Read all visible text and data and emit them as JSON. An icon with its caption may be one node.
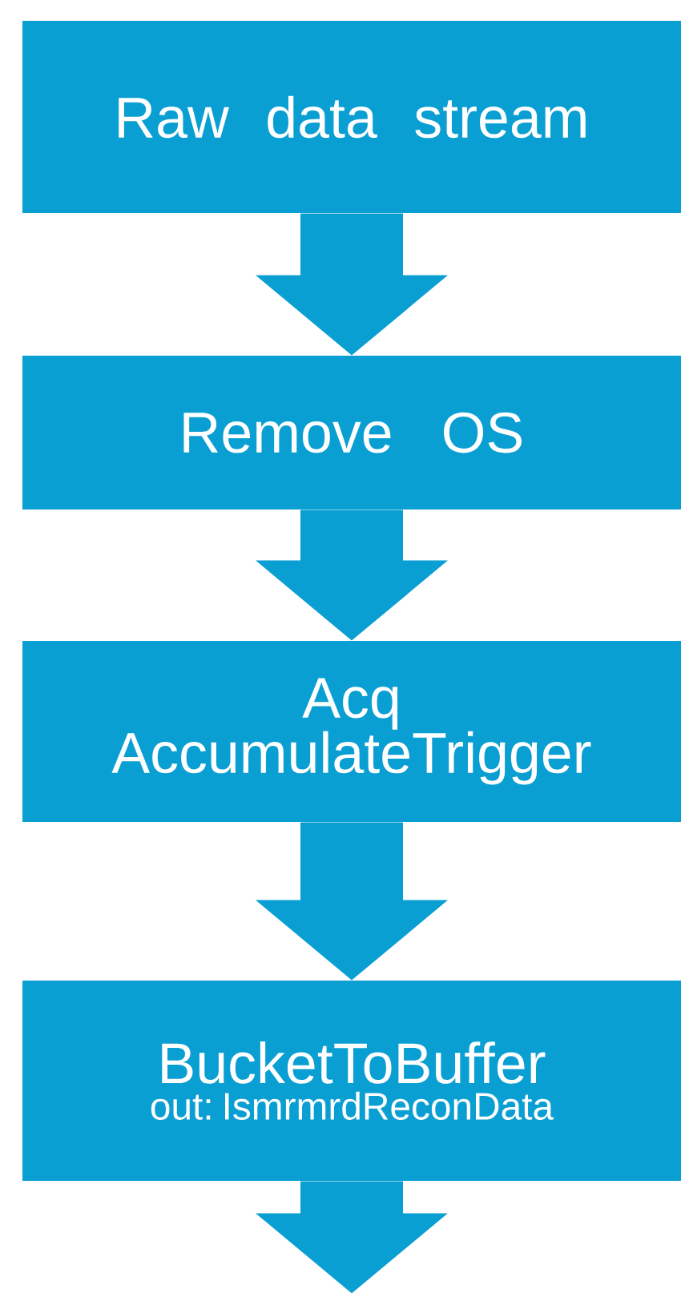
{
  "diagram": {
    "nodes": [
      {
        "text": [
          "Raw data stream"
        ]
      },
      {
        "text": [
          "Remove OS"
        ]
      },
      {
        "text": [
          "Acq AccumulateTrigger"
        ]
      },
      {
        "text": [
          "BucketToBuffer",
          "out: IsmrmrdReconData"
        ]
      }
    ],
    "edges": [
      {
        "from": 0,
        "to": 1,
        "arrow": "to"
      },
      {
        "from": 1,
        "to": 2,
        "arrow": "to"
      },
      {
        "from": 2,
        "to": 3,
        "arrow": "to"
      },
      {
        "from": 3,
        "to": null,
        "arrow": "to"
      }
    ]
  }
}
